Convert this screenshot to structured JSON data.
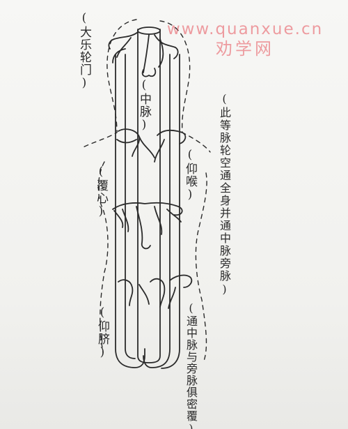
{
  "watermark": {
    "url": "www.quanxue.cn",
    "name": "劝学网"
  },
  "labels": {
    "dale_lunmen": "(大乐轮门)",
    "zhongmai": "(中脉)",
    "yanghou": "(仰喉)",
    "fuxin": "(覆心)",
    "yangqi": "(仰脐)",
    "right_note_top": "(此等脉轮空通全身并通中脉旁脉)",
    "right_note_bottom": "(通中脉与旁脉俱密覆)"
  },
  "colors": {
    "ink": "#2a2a2a",
    "watermark": "#e6505a",
    "paper": "#f4f4f1"
  }
}
